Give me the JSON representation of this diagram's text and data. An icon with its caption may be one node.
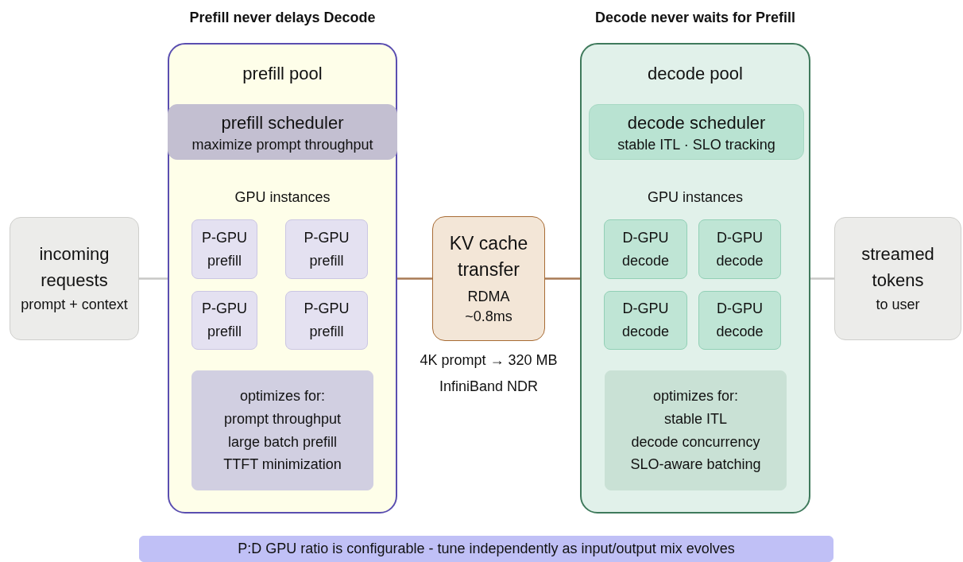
{
  "diagram": {
    "nodes": [
      {
        "text": [
          "incoming requests",
          "prompt + context"
        ]
      },
      {
        "text": [
          "Prefill never delays Decode",
          "prefill pool",
          "GPU instances"
        ]
      },
      {
        "text": [
          "prefill scheduler",
          "maximize prompt throughput"
        ],
        "in": 1
      },
      {
        "text": [
          "P-GPU",
          "prefill"
        ],
        "in": 1
      },
      {
        "text": [
          "P-GPU",
          "prefill"
        ],
        "in": 1
      },
      {
        "text": [
          "P-GPU",
          "prefill"
        ],
        "in": 1
      },
      {
        "text": [
          "P-GPU",
          "prefill"
        ],
        "in": 1
      },
      {
        "text": [
          "optimizes for:",
          "prompt throughput",
          "large batch prefill",
          "TTFT minimization"
        ],
        "in": 1
      },
      {
        "text": [
          "KV cache transfer",
          "RDMA ~0.8ms"
        ],
        "beside": [
          "4K prompt → 320 MB",
          "InfiniBand NDR"
        ]
      },
      {
        "text": [
          "Decode never waits for Prefill",
          "decode pool",
          "GPU instances"
        ]
      },
      {
        "text": [
          "decode scheduler",
          "stable ITL · SLO tracking"
        ],
        "in": 9
      },
      {
        "text": [
          "D-GPU",
          "decode"
        ],
        "in": 9
      },
      {
        "text": [
          "D-GPU",
          "decode"
        ],
        "in": 9
      },
      {
        "text": [
          "D-GPU",
          "decode"
        ],
        "in": 9
      },
      {
        "text": [
          "D-GPU",
          "decode"
        ],
        "in": 9
      },
      {
        "text": [
          "optimizes for:",
          "stable ITL",
          "decode concurrency",
          "SLO-aware batching"
        ],
        "in": 9
      },
      {
        "text": [
          "streamed tokens",
          "to user"
        ]
      },
      {
        "text": [
          "P:D GPU ratio is configurable - tune independently as input/output mix evolves"
        ]
      }
    ],
    "edges": [
      {
        "from": 0,
        "to": 1,
        "arrow": "none"
      },
      {
        "from": 1,
        "to": 8,
        "arrow": "none",
        "color": "#a87a55"
      },
      {
        "from": 8,
        "to": 9,
        "arrow": "none",
        "color": "#a87a55"
      },
      {
        "from": 9,
        "to": 16,
        "arrow": "none"
      }
    ]
  }
}
